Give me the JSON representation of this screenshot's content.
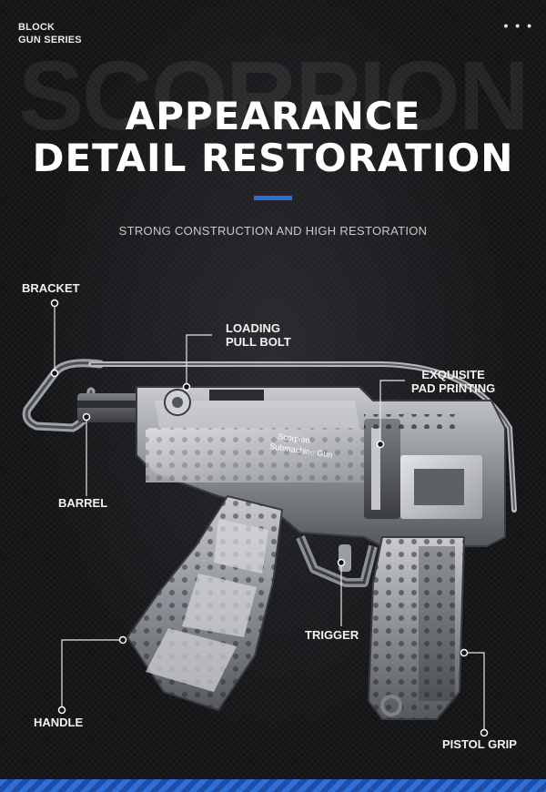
{
  "header": {
    "brand_line1": "BLOCK",
    "brand_line2": "GUN SERIES",
    "menu_icon": "three-dots-icon"
  },
  "watermark": "SCORPION",
  "title": {
    "line1": "APPEARANCE",
    "line2": "DETAIL RESTORATION"
  },
  "subtitle": "STRONG CONSTRUCTION AND HIGH RESTORATION",
  "product_print": {
    "line1": "Scorpion",
    "line2": "Submachine Gun"
  },
  "labels": {
    "bracket": "BRACKET",
    "loading_line1": "LOADING",
    "loading_line2": "PULL BOLT",
    "pad_line1": "EXQUISITE",
    "pad_line2": "PAD PRINTING",
    "barrel": "BARREL",
    "trigger": "TRIGGER",
    "handle": "HANDLE",
    "pistol_grip": "PISTOL GRIP"
  },
  "colors": {
    "accent": "#2e6ed8",
    "background": "#121315",
    "text": "#ffffff"
  }
}
